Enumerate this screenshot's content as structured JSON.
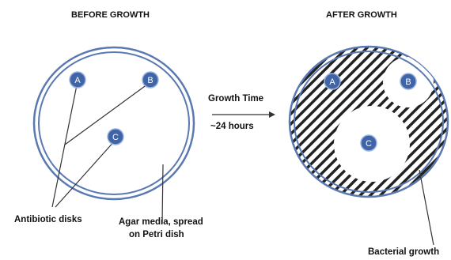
{
  "titles": {
    "before": "BEFORE GROWTH",
    "after": "AFTER GROWTH"
  },
  "arrow": {
    "line1": "Growth Time",
    "line2": "~24 hours"
  },
  "disks": {
    "a": "A",
    "b": "B",
    "c": "C"
  },
  "labels": {
    "antibiotic_disks": "Antibiotic disks",
    "agar_line1": "Agar media, spread",
    "agar_line2": "on Petri dish",
    "bacterial_growth": "Bacterial growth"
  },
  "colors": {
    "dish_outline": "#5a79b1",
    "disk_fill": "#3f64a8",
    "hatch": "#222222",
    "text": "#111111"
  }
}
